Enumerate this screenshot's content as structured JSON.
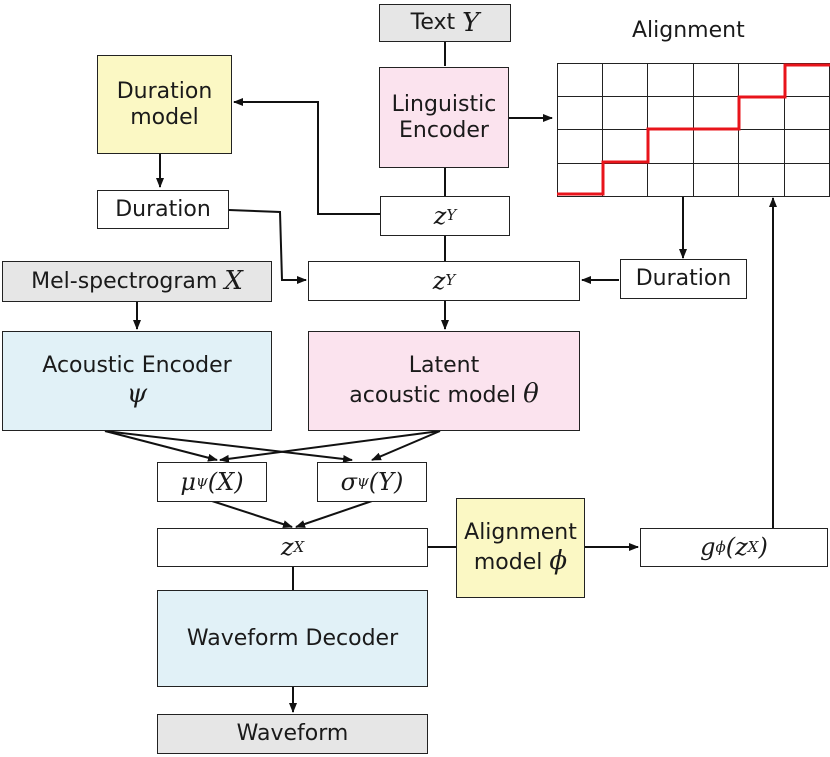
{
  "nodes": {
    "text_y": {
      "label": "Text",
      "math": "Y"
    },
    "alignment_title": "Alignment",
    "linguistic_encoder": {
      "line1": "Linguistic",
      "line2": "Encoder"
    },
    "duration_model": {
      "line1": "Duration",
      "line2": "model"
    },
    "duration_left": "Duration",
    "z_y_top": {
      "math": "z",
      "sub": "Y"
    },
    "z_y_mid": {
      "math": "z",
      "sub": "Y"
    },
    "duration_right": "Duration",
    "mel_spectrogram": {
      "label": "Mel-spectrogram",
      "math": "X"
    },
    "acoustic_encoder": {
      "line1": "Acoustic Encoder",
      "math": "ψ"
    },
    "latent_acoustic": {
      "line1": "Latent",
      "line2": "acoustic model",
      "math": "θ"
    },
    "mu": {
      "math": "μ",
      "sub": "ψ",
      "arg": "(X)"
    },
    "sigma": {
      "math": "σ",
      "sub": "ψ",
      "arg": "(Y)"
    },
    "z_x": {
      "math": "z",
      "sub": "X"
    },
    "alignment_model": {
      "line1": "Alignment",
      "line2": "model",
      "math": "ϕ"
    },
    "g_phi": {
      "math": "g",
      "sub": "ϕ",
      "arg": "(z",
      "argsub": "X",
      "close": ")"
    },
    "waveform_decoder": "Waveform Decoder",
    "waveform": "Waveform"
  },
  "alignment_grid": {
    "rows": 4,
    "cols": 6,
    "path_color": "#e8141b"
  },
  "colors": {
    "gray": "#e6e6e6",
    "yellow": "#fbf8c4",
    "pink": "#fbe3ee",
    "blue": "#e1f1f7"
  }
}
